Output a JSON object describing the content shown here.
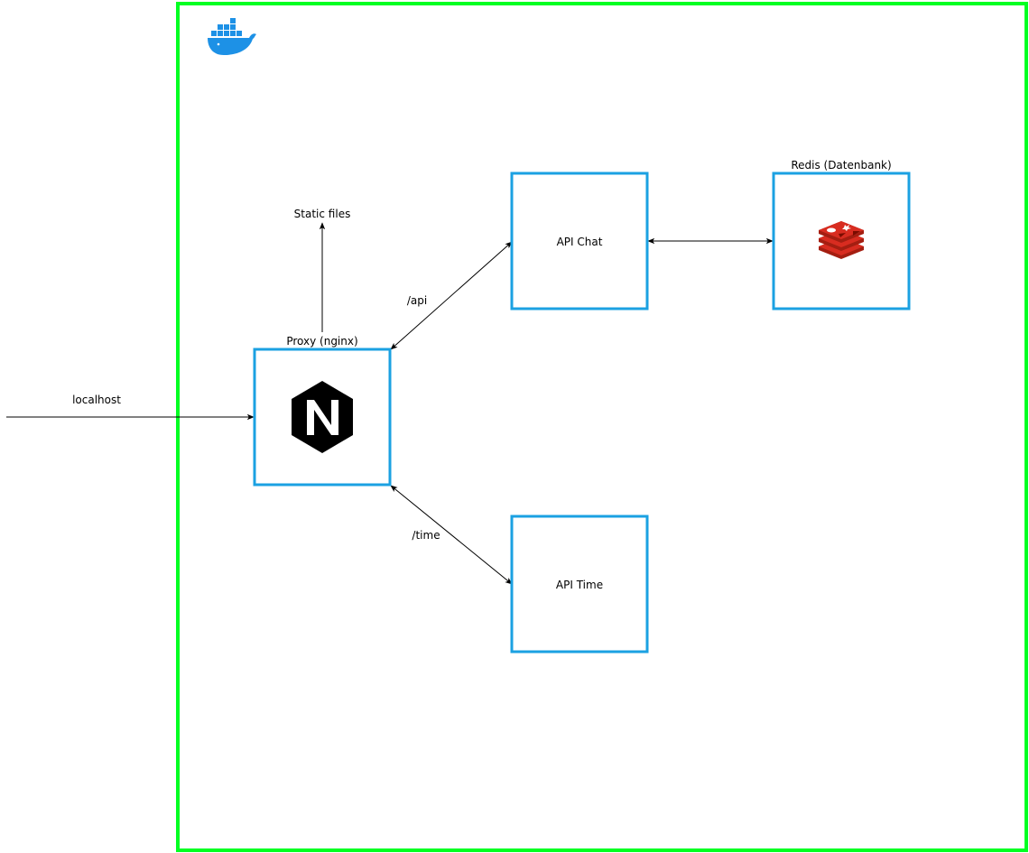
{
  "diagram": {
    "colors": {
      "container_border": "#00FF22",
      "box_border": "#1BA1E2",
      "arrow": "#000000",
      "docker_blue": "#1D91E6",
      "redis_red": "#C6302B",
      "nginx_black": "#000000"
    },
    "icons": {
      "docker": "docker-whale-icon",
      "nginx": "nginx-logo-icon",
      "redis": "redis-logo-icon"
    },
    "edges": {
      "localhost": "localhost",
      "static": "Static files",
      "api": "/api",
      "time": "/time"
    },
    "nodes": {
      "proxy": "Proxy (nginx)",
      "api_chat": "API Chat",
      "redis": "Redis (Datenbank)",
      "api_time": "API Time"
    }
  }
}
